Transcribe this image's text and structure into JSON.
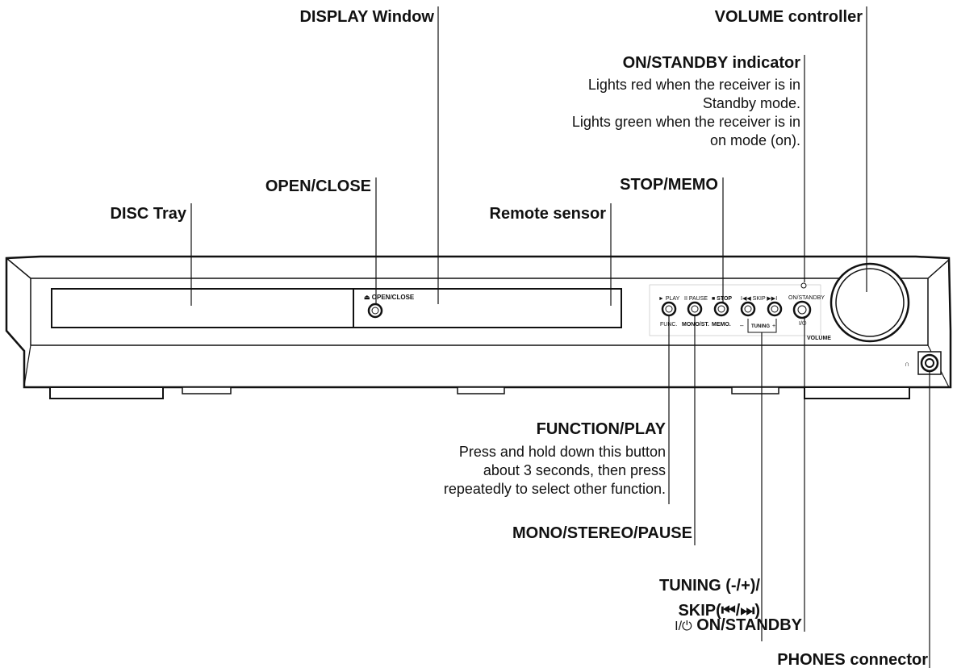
{
  "callouts": {
    "display_window": "DISPLAY Window",
    "volume_controller": "VOLUME controller",
    "on_standby_indicator": "ON/STANDBY indicator",
    "on_standby_indicator_desc": [
      "Lights red when the receiver is in",
      "Standby mode.",
      "Lights green when the receiver is in",
      "on mode (on)."
    ],
    "open_close": "OPEN/CLOSE",
    "stop_memo": "STOP/MEMO",
    "disc_tray": "DISC Tray",
    "remote_sensor": "Remote sensor",
    "function_play": "FUNCTION/PLAY",
    "function_play_desc": [
      "Press and hold down this button",
      "about 3 seconds, then press",
      "repeatedly to select other function."
    ],
    "mono_stereo_pause": "MONO/STEREO/PAUSE",
    "tuning_line1": "TUNING (-/+)/",
    "tuning_line2": "SKIP(⏮/⏭)",
    "on_standby_symbol": "I/⏻",
    "on_standby": "ON/STANDBY",
    "phones_connector": "PHONES connector"
  },
  "panel_labels": {
    "open_close": "⏏ OPEN/CLOSE",
    "play": "► PLAY",
    "pause": "II PAUSE",
    "stop": "■ STOP",
    "skip": "I◀◀  SKIP ▶▶I",
    "on_standby": "ON/STANDBY",
    "func": "FUNC.",
    "mono_st": "MONO/ST.",
    "memo": "MEMO.",
    "tuning_minus": "–",
    "tuning": "TUNING",
    "tuning_plus": "+",
    "power_symbol": "I/⏻",
    "volume": "VOLUME",
    "phones_symbol": "∩"
  }
}
